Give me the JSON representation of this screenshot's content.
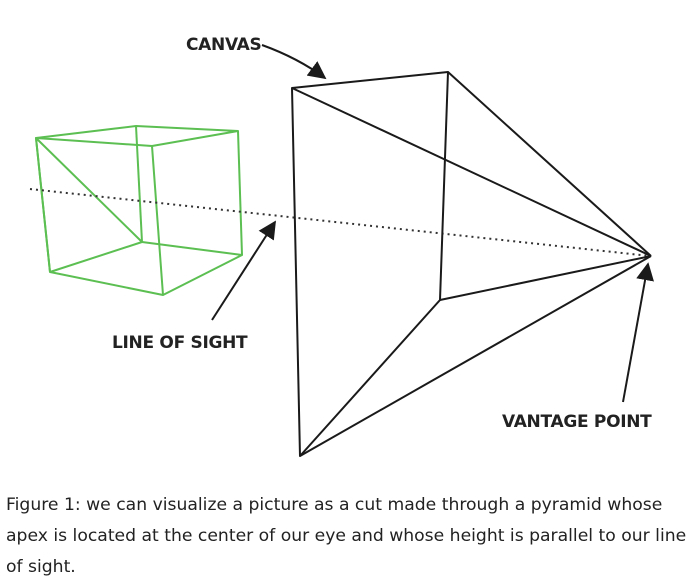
{
  "figure": {
    "labels": {
      "canvas": "CANVAS",
      "line_of_sight": "LINE OF SIGHT",
      "vantage_point": "VANTAGE POINT"
    },
    "colors": {
      "cube": "#5cbf52",
      "pyramid": "#1a1a1a",
      "dotted_line": "#333333"
    }
  },
  "caption": {
    "text": "Figure 1: we can visualize a picture as a cut made through a pyramid whose apex is located at the center of our eye and whose height is parallel to our line of sight."
  }
}
